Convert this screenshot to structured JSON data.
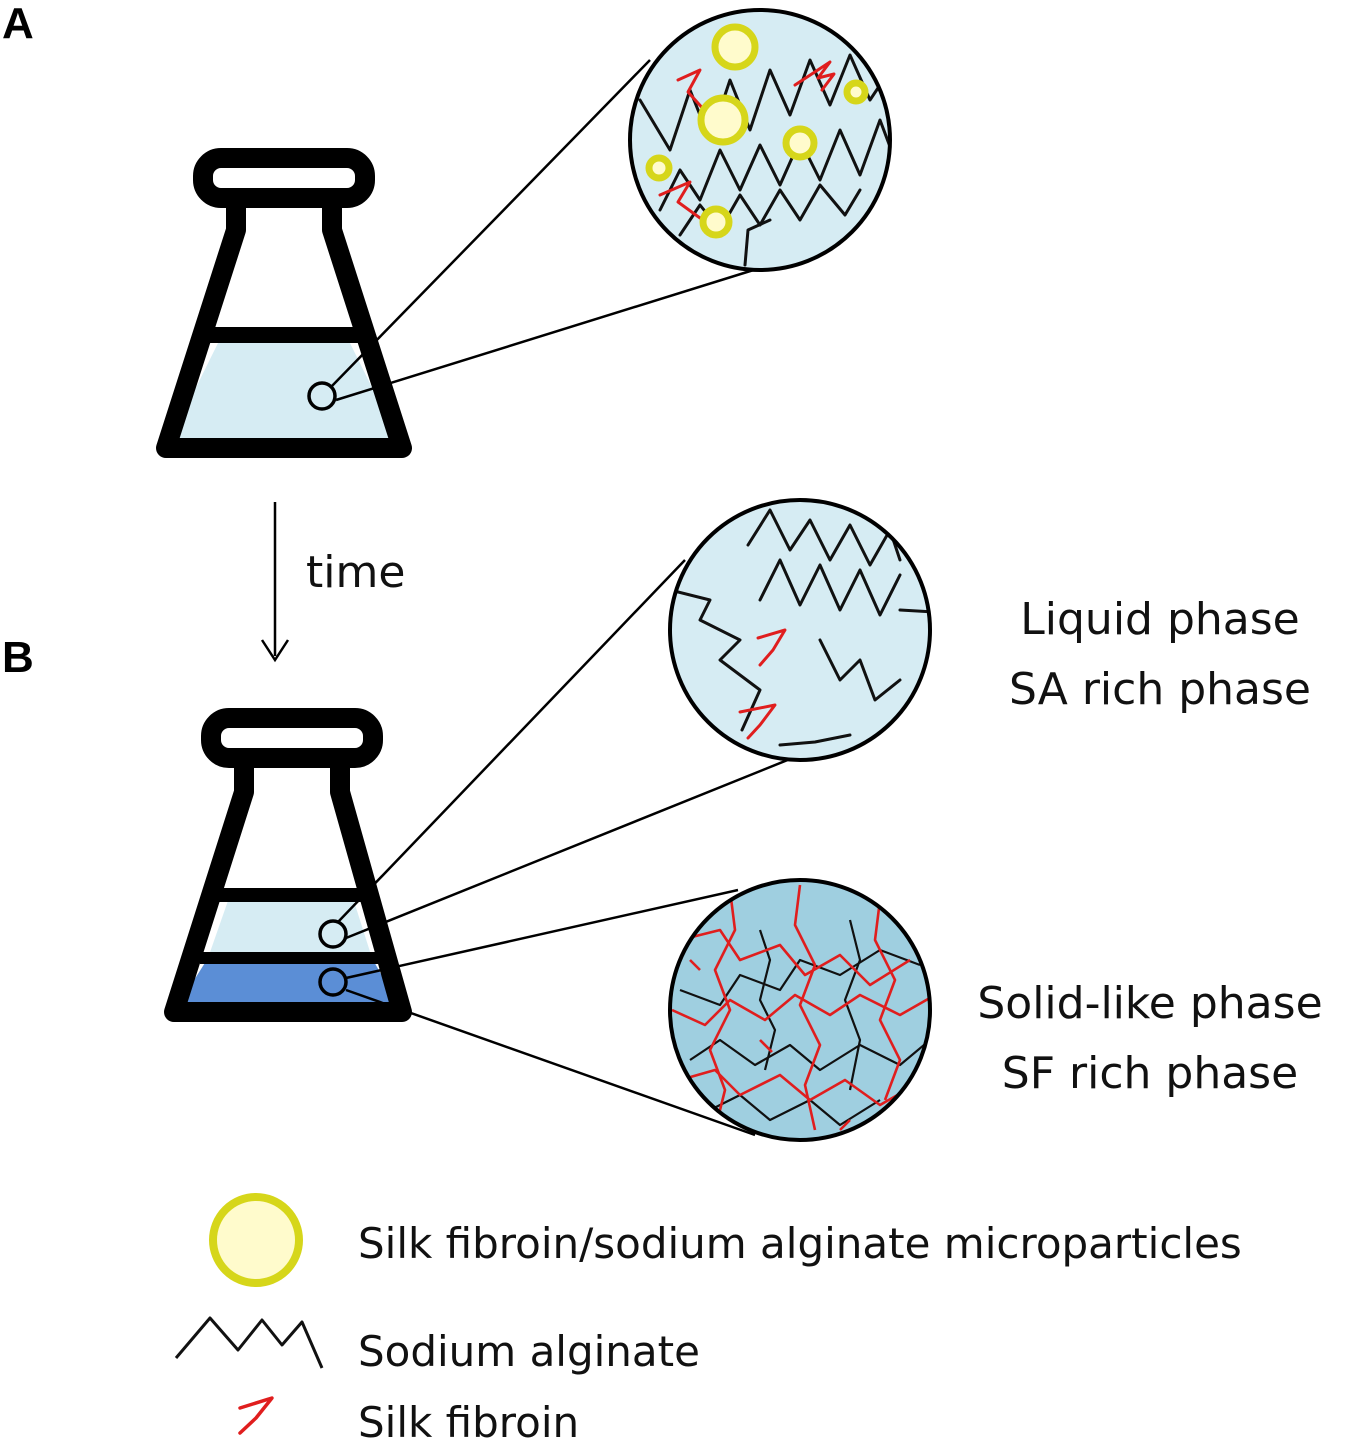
{
  "panels": {
    "a_label": "A",
    "b_label": "B"
  },
  "arrow": {
    "label": "time"
  },
  "phases": {
    "upper_line1": "Liquid phase",
    "upper_line2": "SA rich phase",
    "lower_line1": "Solid-like phase",
    "lower_line2": "SF rich phase"
  },
  "legend": {
    "microparticles": "Silk fibroin/sodium alginate microparticles",
    "sodium_alginate": "Sodium alginate",
    "silk_fibroin": "Silk fibroin"
  },
  "colors": {
    "solution_light": "#d6ecf3",
    "solid_phase": "#5b8ed6",
    "solid_zoom_fill": "#9fcfe0",
    "microparticle_fill": "#fffbcc",
    "microparticle_stroke": "#d6d61a",
    "silk_fibroin_red": "#e01e1e",
    "alginate_black": "#111111"
  }
}
